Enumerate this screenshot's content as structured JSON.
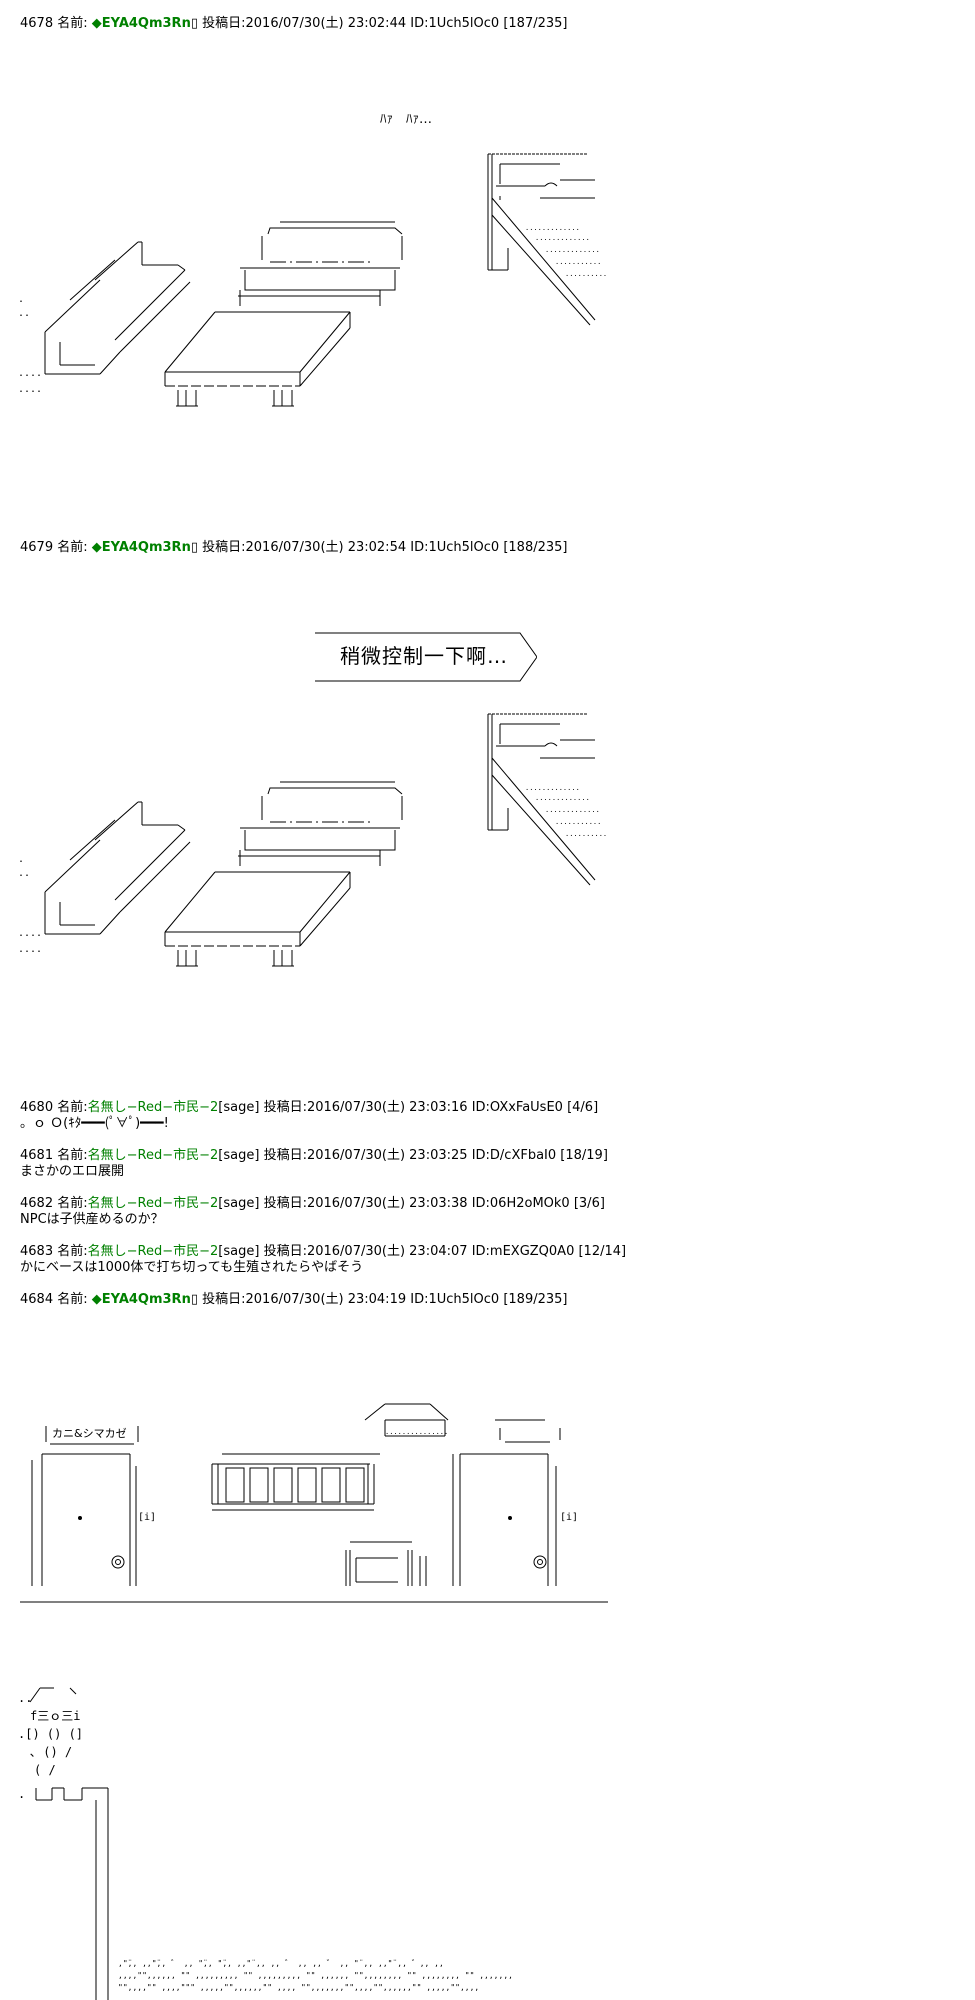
{
  "posts": [
    {
      "number": "4678",
      "name_label": "名前:",
      "name": "◆EYA4Qm3Rn",
      "posted_label": "投稿日:",
      "date": "2016/07/30(土) 23:02:44",
      "id": "ID:1Uch5lOc0",
      "count": "[187/235]",
      "body_lines": [
        "ﾊｧ　ﾊｧ…"
      ]
    },
    {
      "number": "4679",
      "name_label": "名前:",
      "name": "◆EYA4Qm3Rn",
      "posted_label": "投稿日:",
      "date": "2016/07/30(土) 23:02:54",
      "id": "ID:1Uch5lOc0",
      "count": "[188/235]",
      "body_lines": [
        "稍微控制一下啊…"
      ]
    },
    {
      "number": "4680",
      "name_label": "名前:",
      "name": "名無し−Red−市民−2",
      "mail": "[sage]",
      "posted_label": "投稿日:",
      "date": "2016/07/30(土) 23:03:16",
      "id": "ID:OXxFaUsE0",
      "count": "[4/6]",
      "body_lines": [
        "。ｏ Ｏ(ｷﾀ━━━(ﾟ∀ﾟ)━━━!"
      ]
    },
    {
      "number": "4681",
      "name_label": "名前:",
      "name": "名無し−Red−市民−2",
      "mail": "[sage]",
      "posted_label": "投稿日:",
      "date": "2016/07/30(土) 23:03:25",
      "id": "ID:D/cXFbaI0",
      "count": "[18/19]",
      "body_lines": [
        "まさかのエロ展開"
      ]
    },
    {
      "number": "4682",
      "name_label": "名前:",
      "name": "名無し−Red−市民−2",
      "mail": "[sage]",
      "posted_label": "投稿日:",
      "date": "2016/07/30(土) 23:03:38",
      "id": "ID:06H2oMOk0",
      "count": "[3/6]",
      "body_lines": [
        "NPCは子供産めるのか？"
      ]
    },
    {
      "number": "4683",
      "name_label": "名前:",
      "name": "名無し−Red−市民−2",
      "mail": "[sage]",
      "posted_label": "投稿日:",
      "date": "2016/07/30(土) 23:04:07",
      "id": "ID:mEXGZQ0A0",
      "count": "[12/14]",
      "body_lines": [
        "かにベースは1000体で打ち切っても生殖されたらやばそう"
      ]
    },
    {
      "number": "4684",
      "name_label": "名前:",
      "name": "◆EYA4Qm3Rn",
      "posted_label": "投稿日:",
      "date": "2016/07/30(土) 23:04:19",
      "id": "ID:1Uch5lOc0",
      "count": "[189/235]",
      "body_lines": [
        "カニ&シマカゼ"
      ]
    }
  ],
  "aa": {
    "room1": "                                                                     ┌===========\n                                                                     ||┌─────\n                                                                    _||├──── ─く ヽ ____\n                                                                     ||\\ 丶 ‐─────\n                         _____________                                ||\\  ..............\n                       ／──────────‐ヽ                                ||  \\  ..............\n                      |                |;|                              ||_| \\   ..............\n         ／ ⌒|       |__ ・ __ ・ ____ノ:|                                     \\   ...........\n       ／ ／ |_____  ┌─────────────‐┐|                                       \\  ..........\n     ／ ／  ／     ｀ヽ└──────────────‐ﾉ                                        \\\n   ／ ／  ／      ／ __________________________                                 \\\n  | ／  ／  ・    ／ ／                    ／ |\n  |   ／ ・     ／ ／     ・        ・   ／ ／|\n  | ／  ・   ／ ／ ・         ・      ／ ／\n  |______   ／ ／______________________／ ／\n             |________________________|／\n                |_|_|               |_|_|",
    "room_dots_left": ".\n..\n\n\n\n\n....\n....",
    "scene_floor_left": "..",
    "chara": "    ,  ⌒   ､\n  ..／        ヽ\n    f三ｏ三i\n  .[)   ()    (]\n     ､   ()    /\n      (        /\n  .|__|⌒|__|⌒|",
    "grass1": ",\"̈,,  ,,\"̈,, ゛ ,, \"̈,,  \"̈,, ,,\"̈ ,, ,, ゛ ,,  ,, ゛ ,, \"̈ ,,  ,,\"̈ ,, ゛,, ,,",
    "grass2": ",,,,\"\",,,,,, \"\" ,,,,,,,,, \"\" ,,,,,,,,, \"\" ,,,,,, \"\",,,,,,,, \"\" ,,,,,,,, \"\" ,,,,,,,",
    "grass3": "\"\",,,,\"\" ,,,,\"\"\" ,,,,,\"\",,,,,,\"\" ,,,, \"\",,,,,,,\"\",,,,\"\",,,,,,\"\"  ,,,,,\"\",,,,"
  },
  "sign_label": "カニ&シマカゼ"
}
